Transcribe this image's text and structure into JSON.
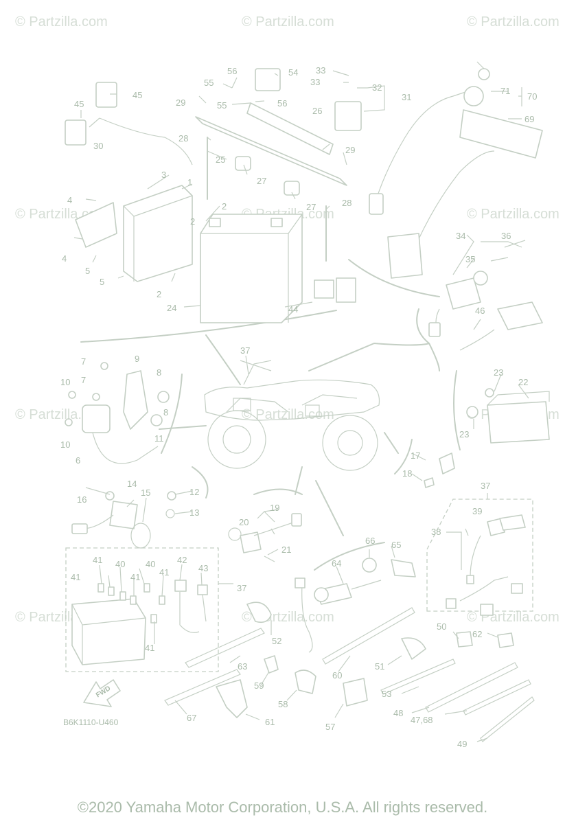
{
  "watermark": "© Partzilla.com",
  "diagram_code": "B6K1110-U460",
  "fwd_label": "FWD",
  "copyright": "©2020 Yamaha Motor Corporation, U.S.A. All rights reserved.",
  "labels": [
    "1",
    "2",
    "2",
    "2",
    "3",
    "4",
    "4",
    "5",
    "5",
    "6",
    "7",
    "7",
    "8",
    "8",
    "9",
    "10",
    "10",
    "11",
    "12",
    "13",
    "14",
    "15",
    "16",
    "17",
    "18",
    "19",
    "20",
    "21",
    "22",
    "23",
    "23",
    "24",
    "25",
    "26",
    "27",
    "27",
    "28",
    "28",
    "29",
    "29",
    "30",
    "31",
    "32",
    "33",
    "33",
    "34",
    "35",
    "36",
    "37",
    "37",
    "37",
    "37",
    "38",
    "39",
    "40",
    "40",
    "41",
    "41",
    "41",
    "41",
    "41",
    "42",
    "43",
    "44",
    "45",
    "45",
    "46",
    "47,68",
    "48",
    "49",
    "50",
    "51",
    "52",
    "53",
    "54",
    "55",
    "55",
    "56",
    "56",
    "57",
    "58",
    "59",
    "60",
    "61",
    "62",
    "63",
    "64",
    "65",
    "66",
    "67",
    "69",
    "70",
    "71"
  ]
}
